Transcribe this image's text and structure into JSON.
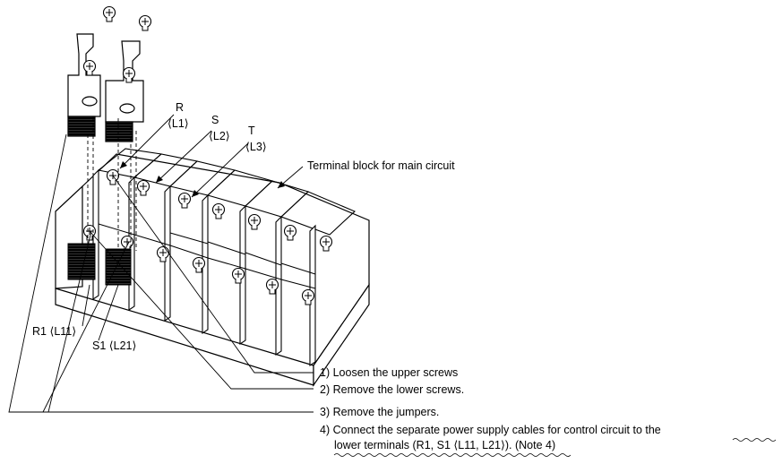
{
  "labels": {
    "r": "R",
    "r_alt": "⟨L1⟩",
    "s": "S",
    "s_alt": "⟨L2⟩",
    "t": "T",
    "t_alt": "⟨L3⟩",
    "block": "Terminal block for main circuit",
    "r1": "R1 ⟨L11⟩",
    "s1": "S1 ⟨L21⟩"
  },
  "steps": [
    "1) Loosen the upper screws",
    "2) Remove the lower screws.",
    "3) Remove the jumpers.",
    "4) Connect the separate power supply cables for control circuit to the",
    "lower terminals (R1, S1 ⟨L11, L21⟩). (Note 4)"
  ]
}
